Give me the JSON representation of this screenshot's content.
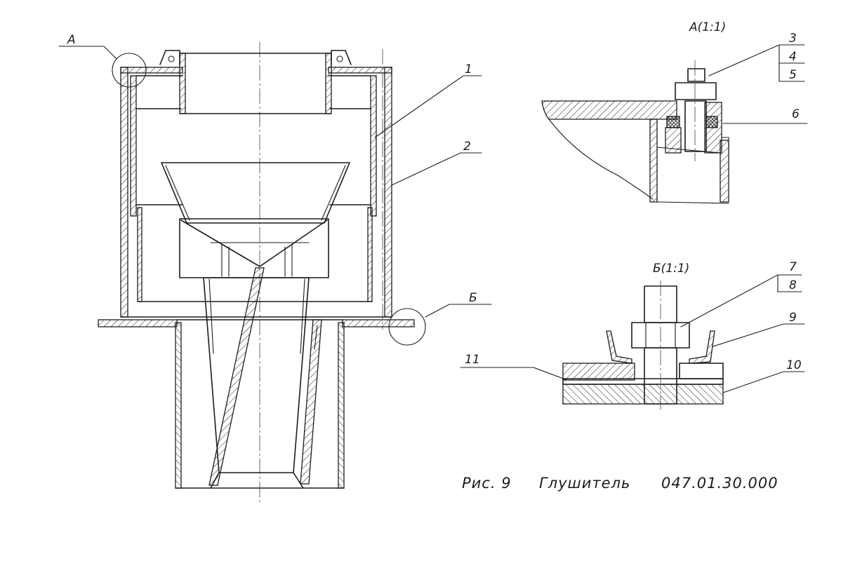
{
  "labels": {
    "view_a": "A",
    "view_b": "Б",
    "detail_a_title": "A(1:1)",
    "detail_b_title": "Б(1:1)",
    "part_1": "1",
    "part_2": "2",
    "part_3": "3",
    "part_4": "4",
    "part_5": "5",
    "part_6": "6",
    "part_7": "7",
    "part_8": "8",
    "part_9": "9",
    "part_10": "10",
    "part_11": "11"
  },
  "caption": {
    "figure": "Рис. 9",
    "name": "Глушитель",
    "code": "047.01.30.000"
  }
}
